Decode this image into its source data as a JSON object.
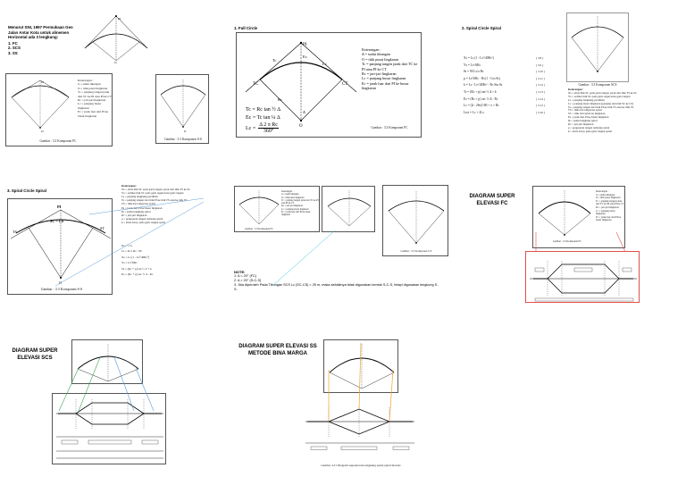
{
  "intro": {
    "title": "Menurut SNI, 1997 Permukaan Geo Jalan Antar Kota untuk alinemen Horizontal ada 3 lengkung:",
    "items": [
      "1.   FC",
      "2.   SCS",
      "3.   SS"
    ]
  },
  "fc_small_panel": {
    "legend_title": "Keterangan :",
    "legend": [
      "Δ   = sudut tikungan",
      "O   = titik pusat lingkaran",
      "Tc  = panjang tangen jarak dari TC ke PI atau PI ke CT",
      "Rc  = jari-jari lingkaran",
      "Lc  = panjang busur lingkaran",
      "Ec  = jarak luar dari PI ke busur lingkaran"
    ],
    "caption": "Gambar : 3.3 Komponen FC"
  },
  "small_diagram_caption": "Gambar : 3.3 Komponen S-S",
  "full_circle": {
    "heading": "1. Full Circle",
    "labels": {
      "pi": "PI",
      "tc": "TC",
      "ct": "CT",
      "o": "O",
      "tc_dist": "Tc",
      "ec": "Ec",
      "rc": "Rc",
      "lc": "Lc",
      "delta": "Δ"
    },
    "formulas": [
      "Tc  =  Rc tan ½ Δ",
      "Ec  =  Tc tan ¼ Δ"
    ],
    "lc_left": "Lc =",
    "lc_num": "Δ 2 π  Rc",
    "lc_den": "360°",
    "legend_title": "Keterangan :",
    "legend": [
      "Δ   = sudut tikungan",
      "O   = titik pusat lingkaran",
      "Tc  = panjang tangen jarak dari TC ke PI atau PI ke CT",
      "Rc  = jari-jari lingkaran",
      "Lc  = panjang busur lingkaran",
      "Ec  = jarak luar dari PI ke busur lingkaran"
    ],
    "caption": "Gambar : 3.3 Komponen FC"
  },
  "scs_formula": {
    "heading": "2. Spiral Circle Spiral",
    "formulas": [
      "Xs  = Ls (1 - Ls²/40Rc²)",
      "Ys  = Ls²/6Rc",
      "θs  = 90 Ls/π Rc",
      "p   = Ls²/6Rc - Rc(1 - Cos θs)",
      "k   = Ls - Ls³/40Rc² - Rc Sin θs",
      "Ts  = (Rc + p) tan ½ Δ + k",
      "Es  = (Rc + p) sec ½ Δ - Rc",
      "Lc  = (Δ - 2θs)/180 × π × Rc",
      "Ltot = Lc + 2Ls"
    ],
    "refs": [
      "( 3.8 )",
      "( 3.9 )",
      "( 3.10 )",
      "( 3.11 )",
      "( 3.12 )",
      "( 3.13 )",
      "( 3.14 )",
      "( 3.15 )",
      "( 3.16 )"
    ],
    "legend_title": "Keterangan :",
    "legend": [
      "Xs   = absis titik SC pada garis tangen, jarak dari titik TS ke SC",
      "Ys   = ordinat titik SC pada garis tegak lurus garis tangen",
      "Ls   = panjang lengkung peralihan",
      "Lc   = panjang busur lingkaran (panjang dari titik SC ke CS)",
      "Ts   = panjang tangen dari titik PI ke titik TS atau ke titik ST",
      "TS   = titik dari tangen ke spiral",
      "SC   = titik dari spiral ke lingkaran",
      "Es   = jarak dari PI ke busur lingkaran",
      "θs   = sudut lengkung spiral",
      "Rc   = jari-jari lingkaran",
      "p    = pergeseran tangen terhadap spiral",
      "k    = absis dari p pada garis tangen spiral"
    ],
    "caption": "Gambar : 3.3 Komponen SCS"
  },
  "spiral_spiral": {
    "heading": "3. Spiral Circle Spiral",
    "labels": {
      "pi": "PI",
      "ts": "TS",
      "st": "ST",
      "sc": "SC = CS",
      "o": "O"
    },
    "legend_title": "Keterangan :",
    "legend": [
      "Xs   = absis titik SC pada garis tangen, jarak dari titik TS ke SC",
      "Ys   = ordinat titik SC pada garis tegak lurus garis tangen",
      "Ls   = panjang lengkung peralihan",
      "Ts   = panjang tangen dari titik PI ke titik TS atau ke titik ST",
      "TS   = titik dari tangen ke spiral",
      "Es   = jarak dari PI ke busur lingkaran",
      "θs   = sudut lengkung spiral",
      "Rc   = jari-jari lingkaran",
      "p    = pergeseran tangen terhadap spiral",
      "k    = absis dari p pada garis tangen spiral"
    ],
    "formulas": [
      "θs = ½ Δ",
      "Ls = θs π Rc / 90",
      "Xs = Ls (1 - Ls²/40Rc²)",
      "Ys = Ls²/6Rc",
      "Ts = (Rc + p) tan ½ Δ + k",
      "Es = (Rc + p) sec ½ Δ - Rc"
    ],
    "caption": "Gambar : 3.3 Komponen S-S"
  },
  "notes": {
    "title": "NOTE:",
    "items": [
      "1. Δ < 20° (FC)",
      "2. Δ > 20° (S-C-S)",
      "3. Jika diperoleh Pada Tikungan SCS Lc (SC-CS) < 25 m, maka sebaiknya tidak digunakan bentuk S-C-S, tetapi digunakan lengkung S-S."
    ]
  },
  "fc_superelevation": {
    "heading_line1": "DIAGRAM SUPER",
    "heading_line2": "ELEVASI FC",
    "caption": "Gambar : 3.3 Komponen FC",
    "legend_title": "Keterangan :",
    "legend": [
      "Δ   = sudut tikungan",
      "O   = titik pusat lingkaran",
      "Tc  = panjang tangen jarak dari TC ke PI atau PI ke CT",
      "Rc  = jari-jari lingkaran",
      "Lc  = panjang busur lingkaran",
      "Ec  = jarak luar dari PI ke busur lingkaran"
    ]
  },
  "scs_superelevation": {
    "heading_line1": "DIAGRAM SUPER",
    "heading_line2": "ELEVASI SCS"
  },
  "ss_superelevation": {
    "heading_line1": "DIAGRAM SUPER ELEVASI SS",
    "heading_line2": "METODE BINA MARGA",
    "caption": "Gambar 4.31  Diagram superelevasi lengkung spiral-spiral metode"
  },
  "colors": {
    "blue_link": "#5b9bd5",
    "red_link": "#e05050",
    "orange_link": "#f0a030",
    "green_link": "#3da55d",
    "cyan_link": "#3cc0e0"
  }
}
